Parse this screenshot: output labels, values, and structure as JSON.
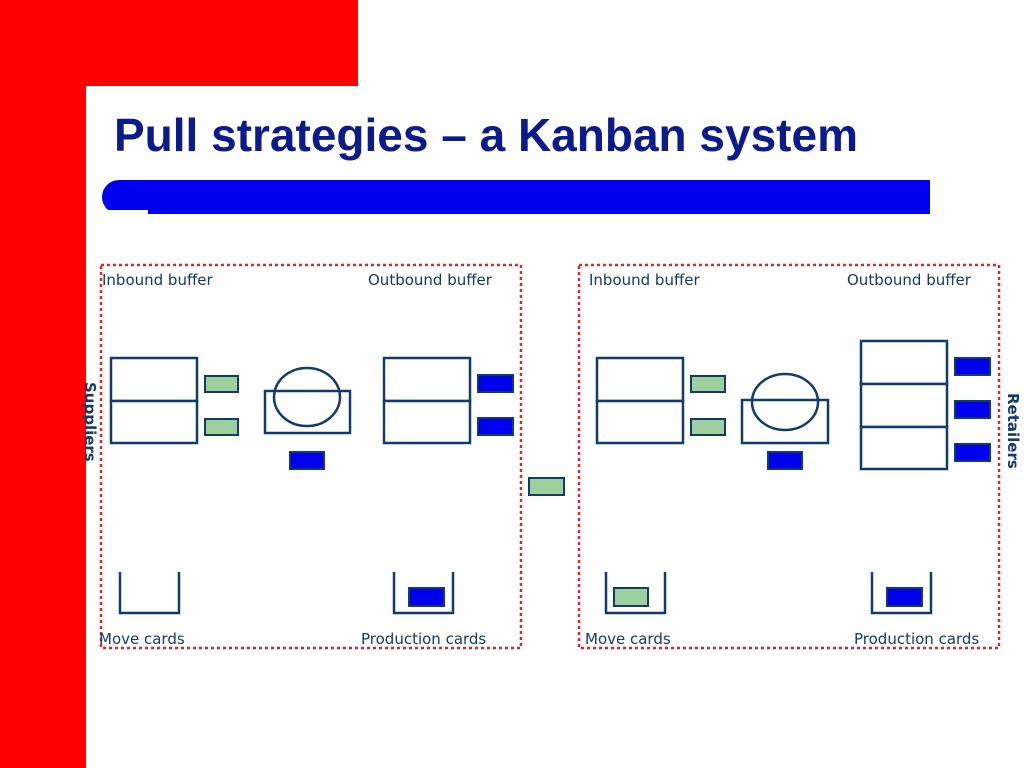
{
  "title": "Pull strategies – a Kanban system",
  "labels": {
    "suppliers": "Suppliers",
    "retailers": "Retailers"
  },
  "stages": [
    {
      "inbound": "Inbound buffer",
      "outbound": "Outbound buffer",
      "move_cards": "Move cards",
      "production_cards": "Production cards"
    },
    {
      "inbound": "Inbound buffer",
      "outbound": "Outbound buffer",
      "move_cards": "Move cards",
      "production_cards": "Production cards"
    }
  ],
  "colors": {
    "red": "#ff0000",
    "title": "#0b1a8c",
    "bar": "#0000ee",
    "box_stroke": "#123a6a",
    "move_card": "#9dcf9f",
    "production_card": "#0000ee",
    "dotted_border": "#e8221e"
  }
}
